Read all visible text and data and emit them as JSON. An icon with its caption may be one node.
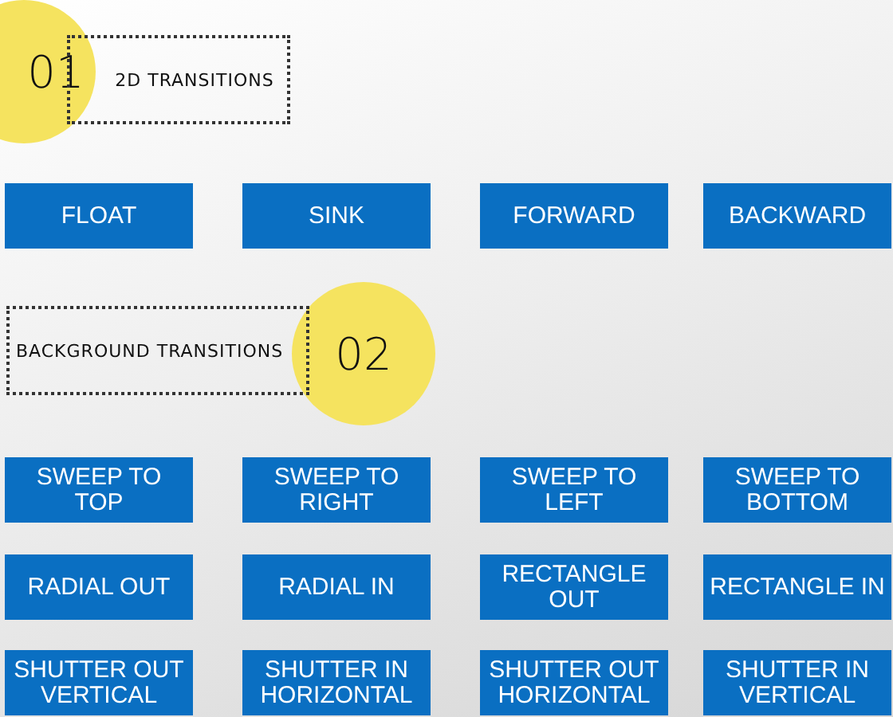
{
  "diagram": {
    "nodes": [
      {
        "text": [
          "01"
        ]
      },
      {
        "text": [
          "2D TRANSITIONS"
        ]
      },
      {
        "text": [
          "FLOAT"
        ]
      },
      {
        "text": [
          "SINK"
        ]
      },
      {
        "text": [
          "FORWARD"
        ]
      },
      {
        "text": [
          "BACKWARD"
        ]
      },
      {
        "text": [
          "BACKGROUND TRANSITIONS"
        ]
      },
      {
        "text": [
          "02"
        ]
      },
      {
        "text": [
          "SWEEP TO TOP"
        ]
      },
      {
        "text": [
          "SWEEP TO RIGHT"
        ]
      },
      {
        "text": [
          "SWEEP TO LEFT"
        ]
      },
      {
        "text": [
          "SWEEP TO BOTTOM"
        ]
      },
      {
        "text": [
          "RADIAL OUT"
        ]
      },
      {
        "text": [
          "RADIAL IN"
        ]
      },
      {
        "text": [
          "RECTANGLE OUT"
        ]
      },
      {
        "text": [
          "RECTANGLE IN"
        ]
      },
      {
        "text": [
          "SHUTTER OUT VERTICAL"
        ]
      },
      {
        "text": [
          "SHUTTER IN HORIZONTAL"
        ]
      },
      {
        "text": [
          "SHUTTER OUT HORIZONTAL"
        ]
      },
      {
        "text": [
          "SHUTTER IN VERTICAL"
        ]
      }
    ]
  }
}
